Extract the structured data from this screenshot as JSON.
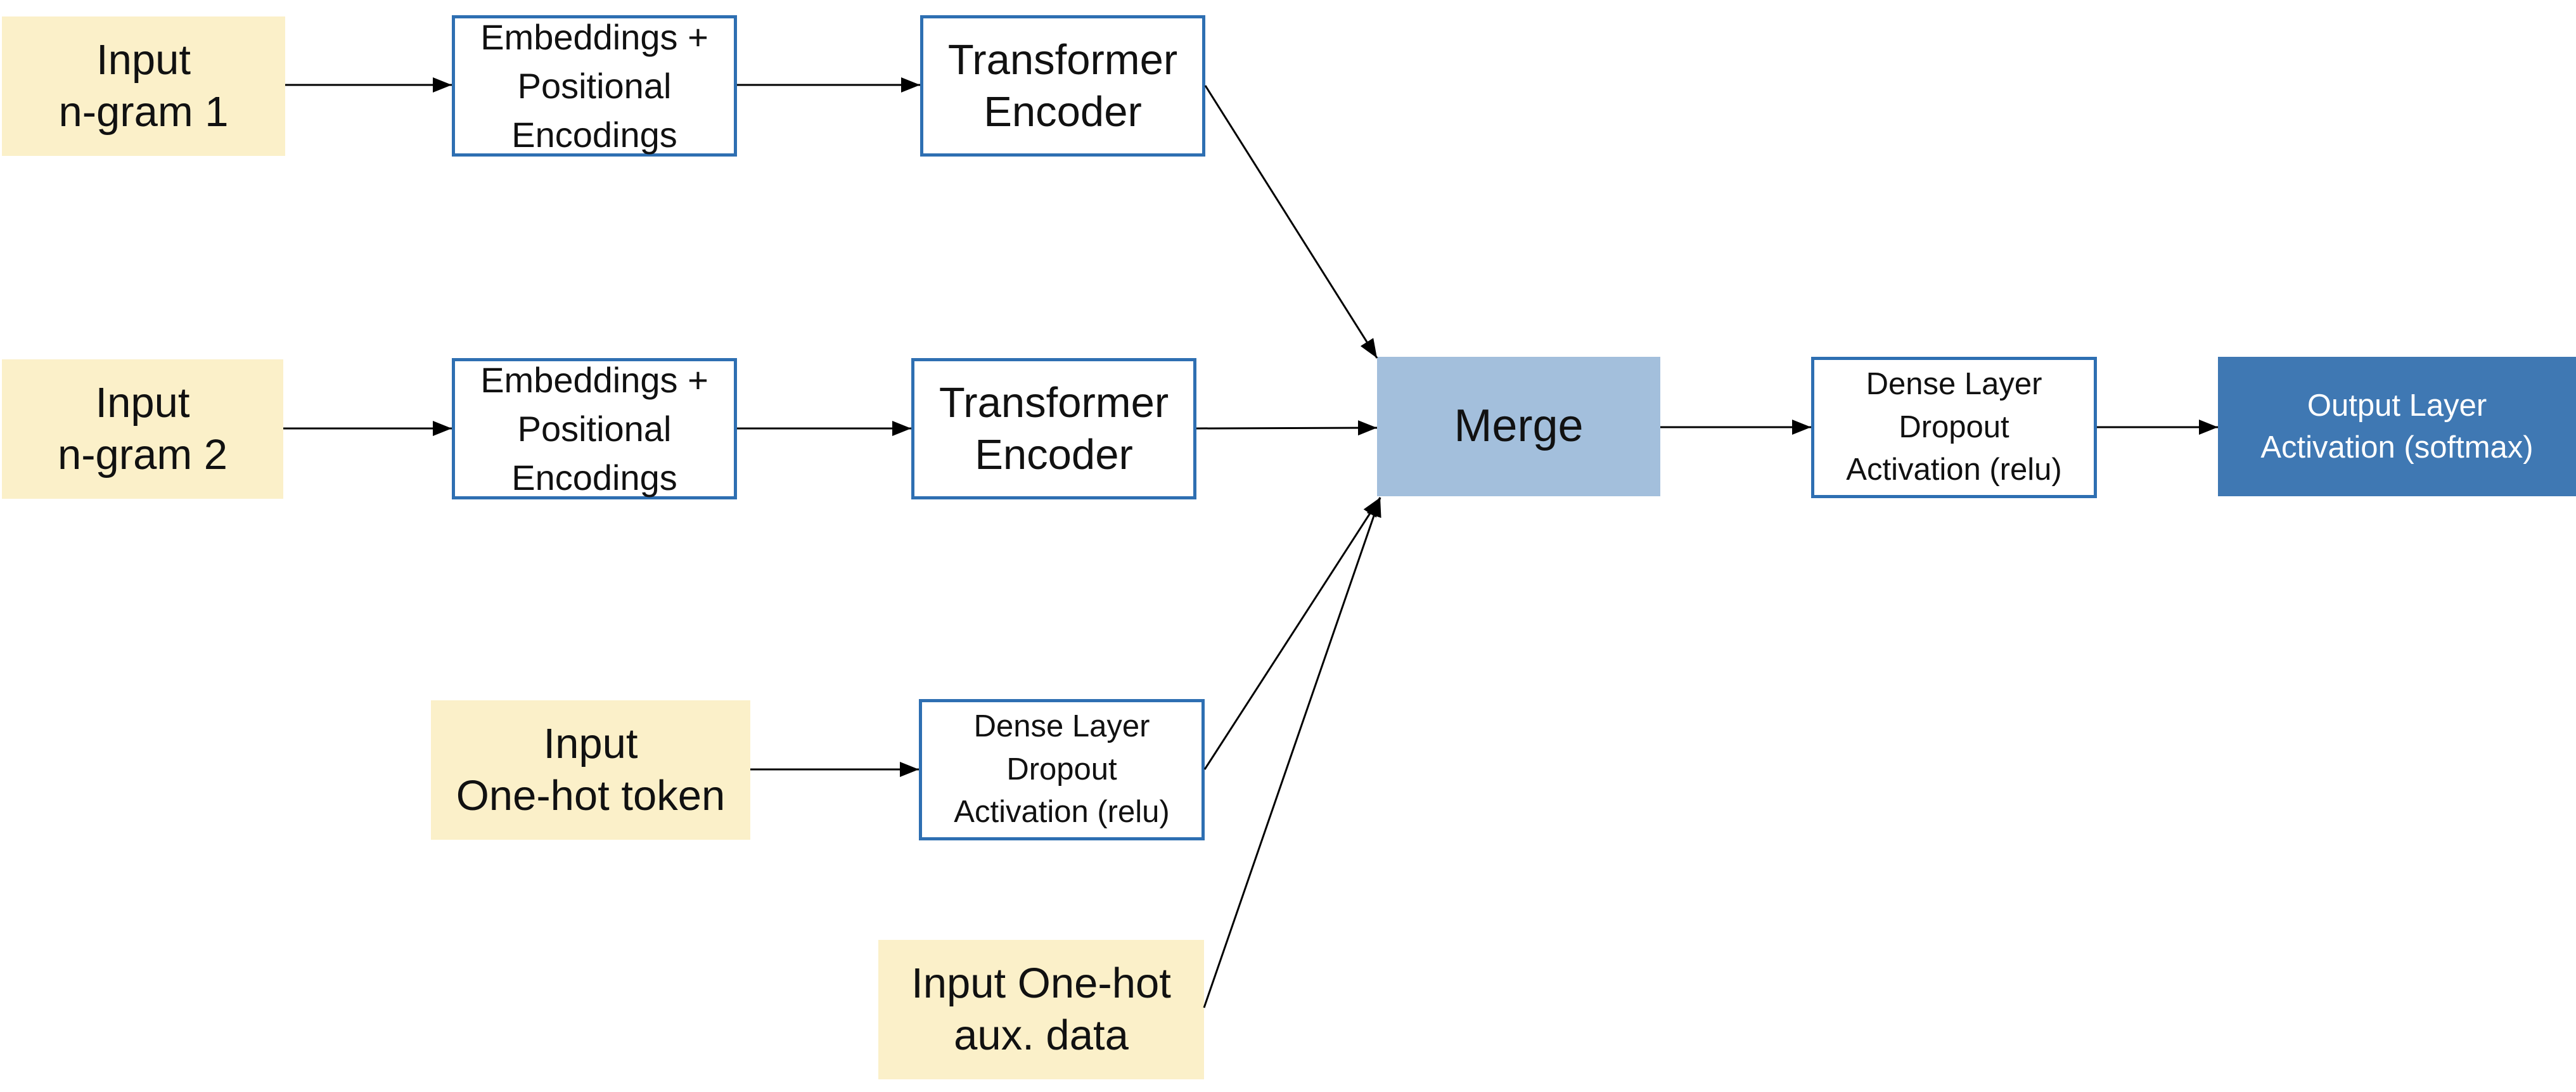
{
  "inputs": {
    "ngram1": {
      "line1": "Input",
      "line2": "n-gram 1"
    },
    "ngram2": {
      "line1": "Input",
      "line2": "n-gram 2"
    },
    "onehot_token": {
      "line1": "Input",
      "line2": "One-hot token"
    },
    "onehot_aux": {
      "line1": "Input One-hot",
      "line2": "aux. data"
    }
  },
  "embeddings": {
    "line1": "Embeddings +",
    "line2": "Positional",
    "line3": "Encodings"
  },
  "encoder": {
    "line1": "Transformer",
    "line2": "Encoder"
  },
  "dense": {
    "line1": "Dense Layer",
    "line2": "Dropout",
    "line3": "Activation (relu)"
  },
  "merge": {
    "label": "Merge"
  },
  "output": {
    "line1": "Output Layer",
    "line2": "Activation (softmax)"
  },
  "colors": {
    "input_fill": "#fbf0c9",
    "box_border": "#2e6fb2",
    "merge_fill": "#a3bfdc",
    "output_fill": "#3f78b3",
    "arrow": "#000000"
  }
}
